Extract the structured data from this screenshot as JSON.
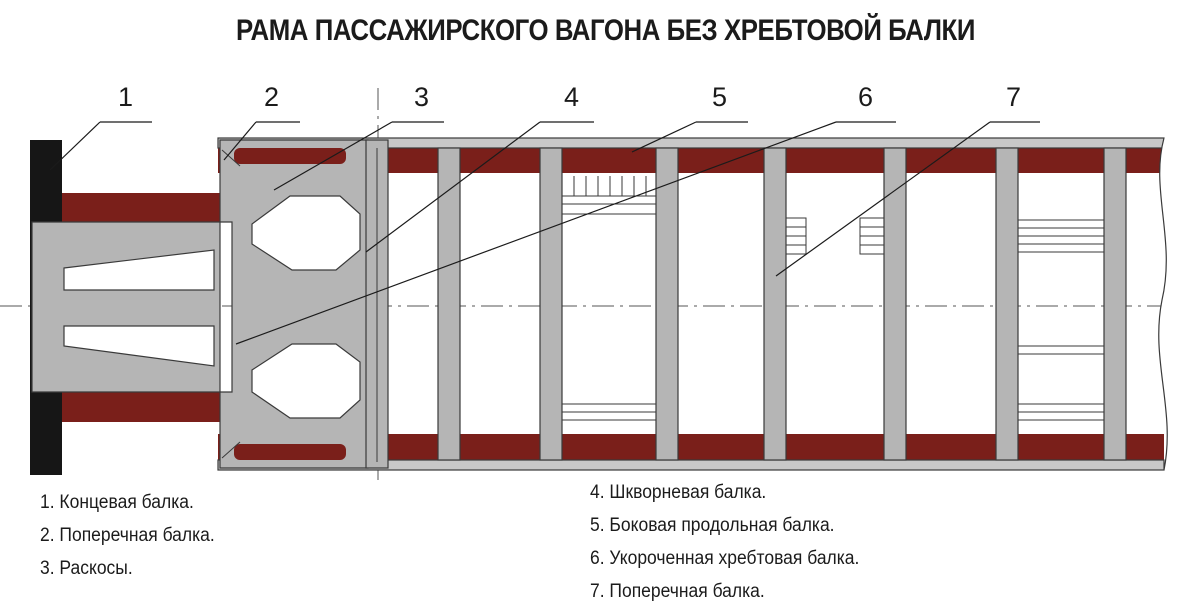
{
  "title": "РАМА ПАССАЖИРСКОГО ВАГОНА БЕЗ ХРЕБТОВОЙ БАЛКИ",
  "callouts": [
    {
      "number": "1",
      "meaning": "Концевая балка"
    },
    {
      "number": "2",
      "meaning": "Поперечная балка"
    },
    {
      "number": "3",
      "meaning": "Раскосы"
    },
    {
      "number": "4",
      "meaning": "Шкворневая балка"
    },
    {
      "number": "5",
      "meaning": "Боковая продольная балка"
    },
    {
      "number": "6",
      "meaning": "Укороченная хребтовая балка"
    },
    {
      "number": "7",
      "meaning": "Поперечная балка"
    }
  ],
  "legend_left": [
    "1. Концевая балка.",
    "2. Поперечная балка.",
    "3. Раскосы."
  ],
  "legend_right": [
    "4. Шкворневая балка.",
    "5. Боковая продольная балка.",
    "6. Укороченная хребтовая балка.",
    "7. Поперечная балка."
  ],
  "colors": {
    "beam_red": "#7a1f1a",
    "steel_grey": "#b5b5b5",
    "outline": "#3a3a3a",
    "end_beam_black": "#161616"
  }
}
